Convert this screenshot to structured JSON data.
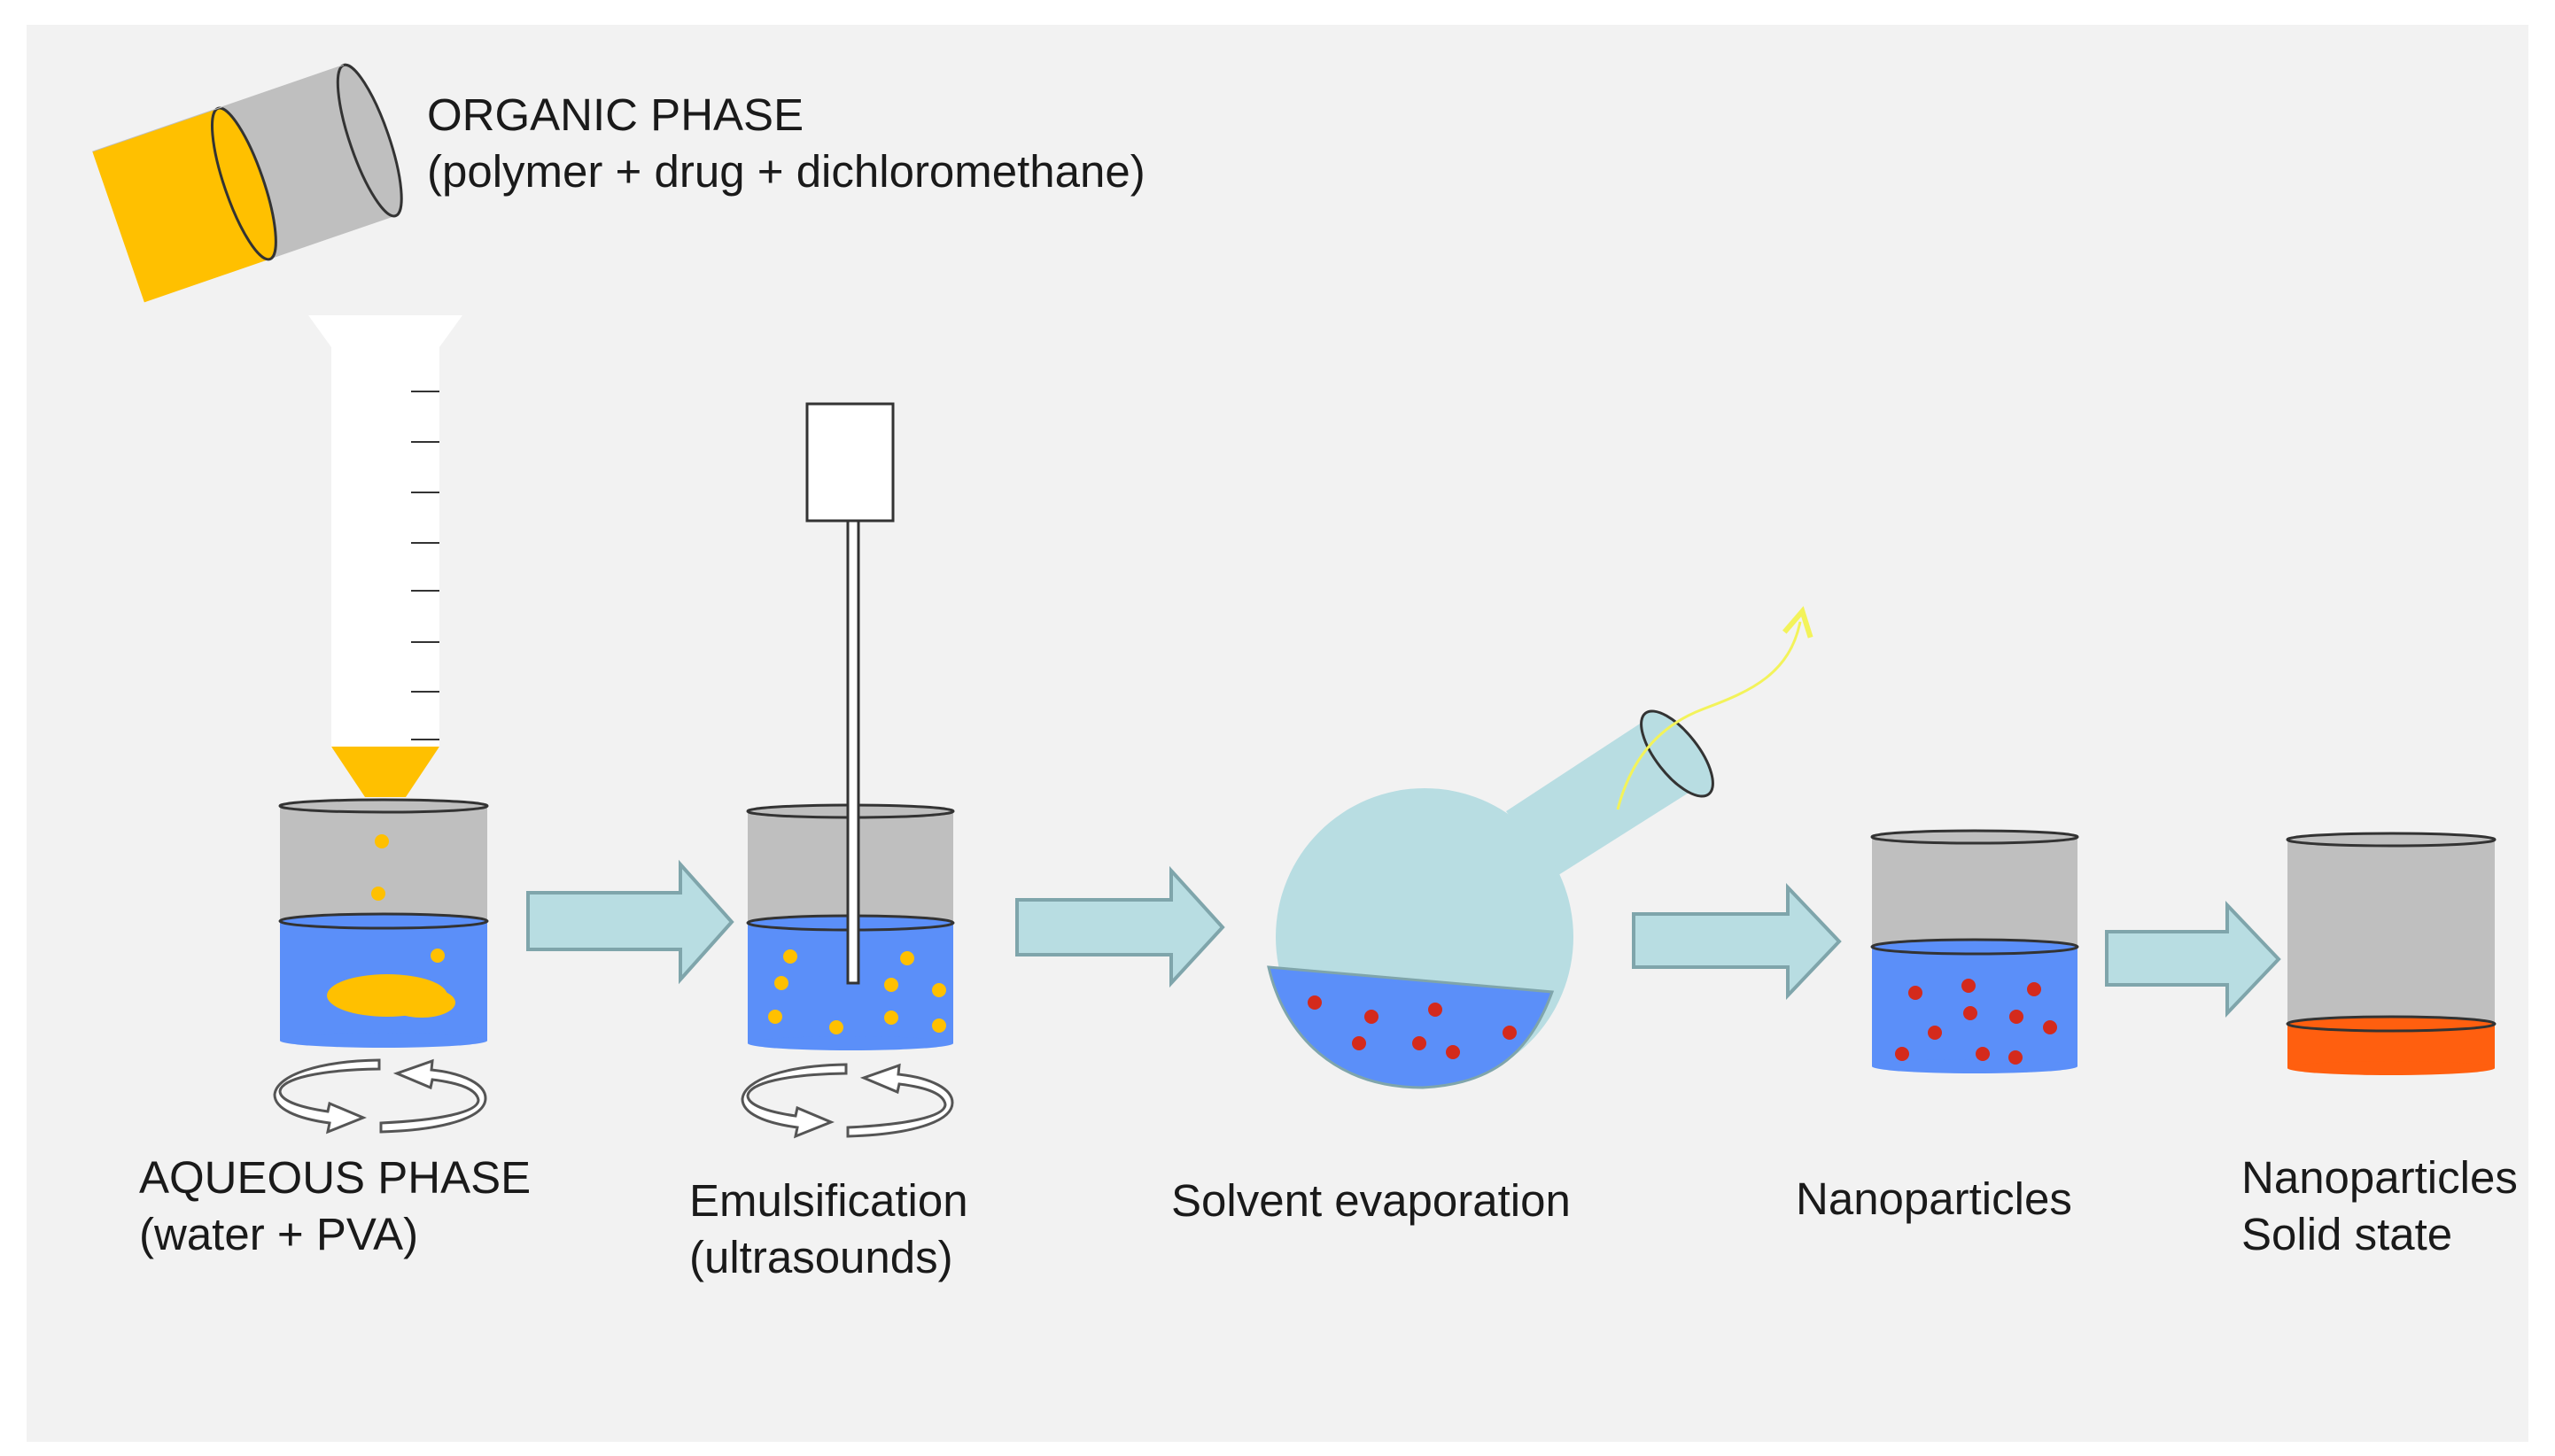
{
  "labels": {
    "organic_phase": {
      "line1": "ORGANIC PHASE",
      "line2": "(polymer + drug + dichloromethane)"
    },
    "aqueous_phase": {
      "line1": "AQUEOUS PHASE",
      "line2": "(water + PVA)"
    },
    "emulsification": {
      "line1": "Emulsification",
      "line2": "(ultrasounds)"
    },
    "solvent_evaporation": {
      "line1": "Solvent evaporation"
    },
    "nanoparticles": {
      "line1": "Nanoparticles"
    },
    "nanoparticles_solid": {
      "line1": "Nanoparticles",
      "line2": "Solid state"
    }
  },
  "colors": {
    "panel_background": "#f2f2f2",
    "glass_gray": "#bfbfbf",
    "aqueous_blue": "#5b8ff9",
    "organic_yellow": "#ffc000",
    "nanoparticle_red": "#d42a1c",
    "solid_orange": "#ff5f0f",
    "arrow_fill": "#b8dde2",
    "arrow_stroke": "#7fa5ab",
    "flask_fill": "#b8dde2",
    "vapor_yellow": "#f3f35a"
  },
  "icons": [
    "organic-phase-container-icon",
    "graduated-funnel-icon",
    "beaker-icon",
    "stirring-icon",
    "ultrasound-probe-icon",
    "round-bottom-flask-icon",
    "vapor-arrow-icon",
    "process-arrow-icon"
  ]
}
